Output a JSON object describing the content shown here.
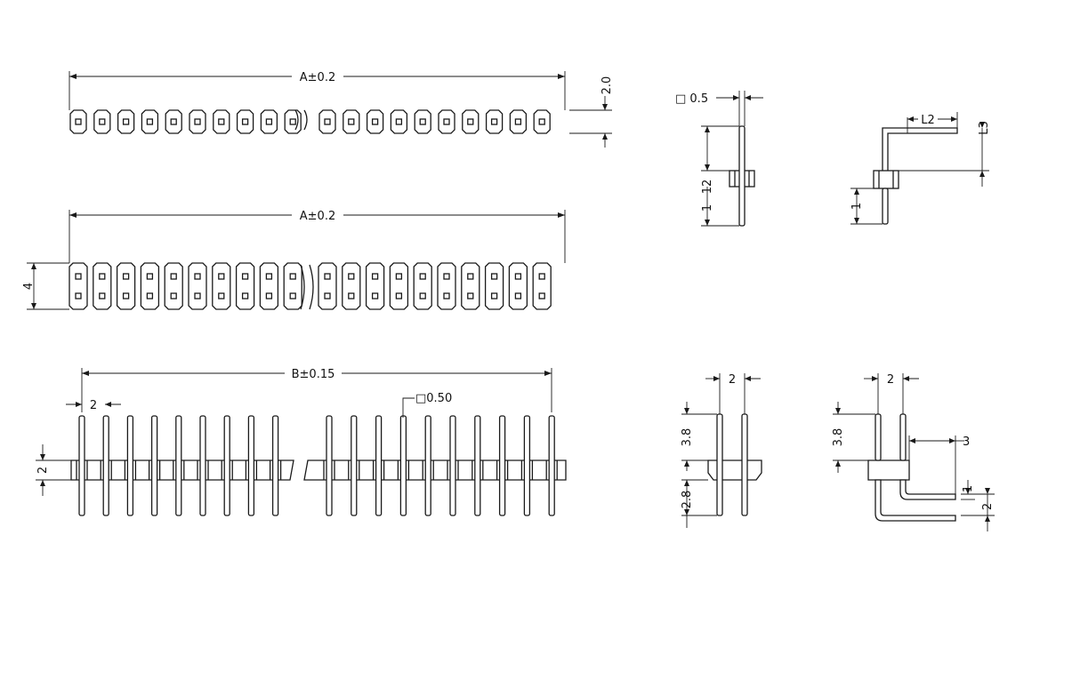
{
  "labels": {
    "top_width": "A±0.2",
    "top_pitch": "2.0",
    "mid_width": "A±0.2",
    "mid_height": "4",
    "bottom_width": "B±0.15",
    "bottom_pitch": "2",
    "bottom_pin": "□0.50",
    "bottom_body": "2",
    "side_pin": "□ 0.5",
    "side_12": "12",
    "side_1a": "1",
    "ra_l2": "L2",
    "ra_l3": "L3",
    "ra_1": "1",
    "dual_pitch": "2",
    "dual_38": "3.8",
    "dual_28": "2.8",
    "dra_pitch": "2",
    "dra_38": "3.8",
    "dra_3": "3",
    "dra_1": "1",
    "dra_2": "2"
  },
  "colors": {
    "line": "#1a1a1a",
    "background": "#ffffff"
  }
}
